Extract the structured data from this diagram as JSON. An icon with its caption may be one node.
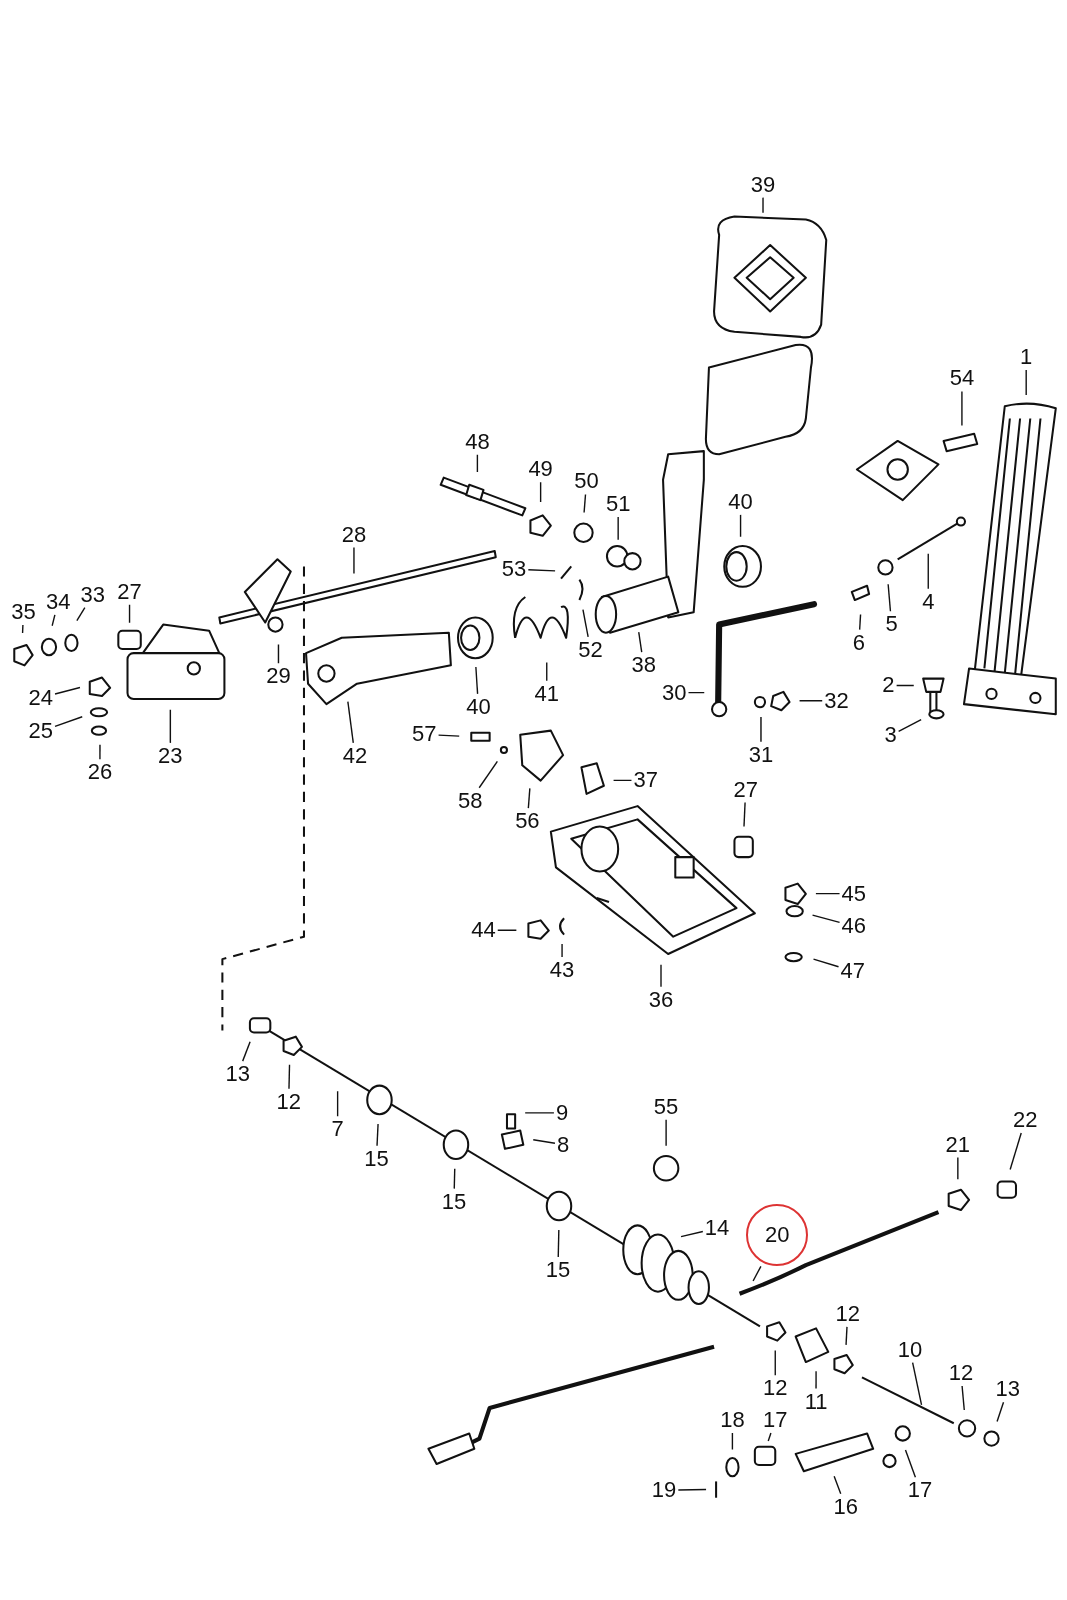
{
  "diagram": {
    "nodes": [
      {
        "text": [
          "39"
        ]
      },
      {
        "text": [
          "1"
        ]
      },
      {
        "text": [
          "54"
        ]
      },
      {
        "text": [
          "48"
        ]
      },
      {
        "text": [
          "49"
        ]
      },
      {
        "text": [
          "50"
        ]
      },
      {
        "text": [
          "51"
        ]
      },
      {
        "text": [
          "40"
        ]
      },
      {
        "text": [
          "28"
        ]
      },
      {
        "text": [
          "53"
        ]
      },
      {
        "text": [
          "27"
        ]
      },
      {
        "text": [
          "33"
        ]
      },
      {
        "text": [
          "34"
        ]
      },
      {
        "text": [
          "35"
        ]
      },
      {
        "text": [
          "29"
        ]
      },
      {
        "text": [
          "41"
        ]
      },
      {
        "text": [
          "52"
        ]
      },
      {
        "text": [
          "38"
        ]
      },
      {
        "text": [
          "6"
        ]
      },
      {
        "text": [
          "5"
        ]
      },
      {
        "text": [
          "4"
        ]
      },
      {
        "text": [
          "40"
        ]
      },
      {
        "text": [
          "42"
        ]
      },
      {
        "text": [
          "24"
        ]
      },
      {
        "text": [
          "25"
        ]
      },
      {
        "text": [
          "26"
        ]
      },
      {
        "text": [
          "23"
        ]
      },
      {
        "text": [
          "2"
        ]
      },
      {
        "text": [
          "3"
        ]
      },
      {
        "text": [
          "30"
        ]
      },
      {
        "text": [
          "32"
        ]
      },
      {
        "text": [
          "31"
        ]
      },
      {
        "text": [
          "57"
        ]
      },
      {
        "text": [
          "58"
        ]
      },
      {
        "text": [
          "56"
        ]
      },
      {
        "text": [
          "37"
        ]
      },
      {
        "text": [
          "27"
        ]
      },
      {
        "text": [
          "45"
        ]
      },
      {
        "text": [
          "46"
        ]
      },
      {
        "text": [
          "47"
        ]
      },
      {
        "text": [
          "44"
        ]
      },
      {
        "text": [
          "43"
        ]
      },
      {
        "text": [
          "36"
        ]
      },
      {
        "text": [
          "13"
        ]
      },
      {
        "text": [
          "12"
        ]
      },
      {
        "text": [
          "7"
        ]
      },
      {
        "text": [
          "15"
        ]
      },
      {
        "text": [
          "9"
        ]
      },
      {
        "text": [
          "8"
        ]
      },
      {
        "text": [
          "55"
        ]
      },
      {
        "text": [
          "15"
        ]
      },
      {
        "text": [
          "15"
        ]
      },
      {
        "text": [
          "14"
        ]
      },
      {
        "text": [
          "20"
        ]
      },
      {
        "text": [
          "21"
        ]
      },
      {
        "text": [
          "22"
        ]
      },
      {
        "text": [
          "12"
        ]
      },
      {
        "text": [
          "10"
        ]
      },
      {
        "text": [
          "12"
        ]
      },
      {
        "text": [
          "11"
        ]
      },
      {
        "text": [
          "12"
        ]
      },
      {
        "text": [
          "13"
        ]
      },
      {
        "text": [
          "18"
        ]
      },
      {
        "text": [
          "17"
        ]
      },
      {
        "text": [
          "19"
        ]
      },
      {
        "text": [
          "16"
        ]
      },
      {
        "text": [
          "17"
        ]
      }
    ],
    "edges": [
      {
        "from": 0,
        "to": null,
        "arrow": "none"
      },
      {
        "from": 1,
        "to": null,
        "arrow": "none"
      },
      {
        "from": 2,
        "to": null,
        "arrow": "none"
      },
      {
        "from": 3,
        "to": null,
        "arrow": "none"
      },
      {
        "from": 4,
        "to": null,
        "arrow": "none"
      },
      {
        "from": 5,
        "to": null,
        "arrow": "none"
      },
      {
        "from": 6,
        "to": null,
        "arrow": "none"
      },
      {
        "from": 7,
        "to": null,
        "arrow": "none"
      },
      {
        "from": 8,
        "to": null,
        "arrow": "none"
      },
      {
        "from": 9,
        "to": null,
        "arrow": "none"
      },
      {
        "from": 10,
        "to": null,
        "arrow": "none"
      },
      {
        "from": 11,
        "to": null,
        "arrow": "none"
      },
      {
        "from": 12,
        "to": null,
        "arrow": "none"
      },
      {
        "from": 13,
        "to": null,
        "arrow": "none"
      },
      {
        "from": 14,
        "to": null,
        "arrow": "none"
      },
      {
        "from": 15,
        "to": null,
        "arrow": "none"
      },
      {
        "from": 16,
        "to": null,
        "arrow": "none"
      },
      {
        "from": 17,
        "to": null,
        "arrow": "none"
      },
      {
        "from": 18,
        "to": null,
        "arrow": "none"
      },
      {
        "from": 19,
        "to": null,
        "arrow": "none"
      },
      {
        "from": 20,
        "to": null,
        "arrow": "none"
      },
      {
        "from": 21,
        "to": null,
        "arrow": "none"
      },
      {
        "from": 22,
        "to": null,
        "arrow": "none"
      },
      {
        "from": 23,
        "to": null,
        "arrow": "none"
      },
      {
        "from": 24,
        "to": null,
        "arrow": "none"
      },
      {
        "from": 25,
        "to": null,
        "arrow": "none"
      },
      {
        "from": 26,
        "to": null,
        "arrow": "none"
      },
      {
        "from": 27,
        "to": null,
        "arrow": "none"
      },
      {
        "from": 28,
        "to": null,
        "arrow": "none"
      },
      {
        "from": 29,
        "to": null,
        "arrow": "none"
      },
      {
        "from": 30,
        "to": null,
        "arrow": "none"
      },
      {
        "from": 31,
        "to": null,
        "arrow": "none"
      },
      {
        "from": 32,
        "to": null,
        "arrow": "none"
      },
      {
        "from": 33,
        "to": null,
        "arrow": "none"
      },
      {
        "from": 34,
        "to": null,
        "arrow": "none"
      },
      {
        "from": 35,
        "to": null,
        "arrow": "none"
      },
      {
        "from": 36,
        "to": null,
        "arrow": "none"
      },
      {
        "from": 37,
        "to": null,
        "arrow": "none"
      },
      {
        "from": 38,
        "to": null,
        "arrow": "none"
      },
      {
        "from": 39,
        "to": null,
        "arrow": "none"
      },
      {
        "from": 40,
        "to": null,
        "arrow": "none"
      },
      {
        "from": 41,
        "to": null,
        "arrow": "none"
      },
      {
        "from": 42,
        "to": null,
        "arrow": "none"
      },
      {
        "from": 43,
        "to": null,
        "arrow": "none"
      },
      {
        "from": 44,
        "to": null,
        "arrow": "none"
      },
      {
        "from": 45,
        "to": null,
        "arrow": "none"
      },
      {
        "from": 46,
        "to": null,
        "arrow": "none"
      },
      {
        "from": 47,
        "to": null,
        "arrow": "none"
      },
      {
        "from": 48,
        "to": null,
        "arrow": "none"
      },
      {
        "from": 49,
        "to": null,
        "arrow": "none"
      },
      {
        "from": 50,
        "to": null,
        "arrow": "none"
      },
      {
        "from": 51,
        "to": null,
        "arrow": "none"
      },
      {
        "from": 52,
        "to": null,
        "arrow": "none"
      },
      {
        "from": 53,
        "to": null,
        "arrow": "none"
      },
      {
        "from": 54,
        "to": null,
        "arrow": "none"
      },
      {
        "from": 55,
        "to": null,
        "arrow": "none"
      },
      {
        "from": 56,
        "to": null,
        "arrow": "none"
      },
      {
        "from": 57,
        "to": null,
        "arrow": "none"
      },
      {
        "from": 58,
        "to": null,
        "arrow": "none"
      },
      {
        "from": 59,
        "to": null,
        "arrow": "none"
      },
      {
        "from": 60,
        "to": null,
        "arrow": "none"
      },
      {
        "from": 61,
        "to": null,
        "arrow": "none"
      },
      {
        "from": 62,
        "to": null,
        "arrow": "none"
      },
      {
        "from": 63,
        "to": null,
        "arrow": "none"
      },
      {
        "from": 64,
        "to": null,
        "arrow": "none"
      },
      {
        "from": 65,
        "to": null,
        "arrow": "none"
      },
      {
        "from": 66,
        "to": null,
        "arrow": "none"
      }
    ]
  }
}
